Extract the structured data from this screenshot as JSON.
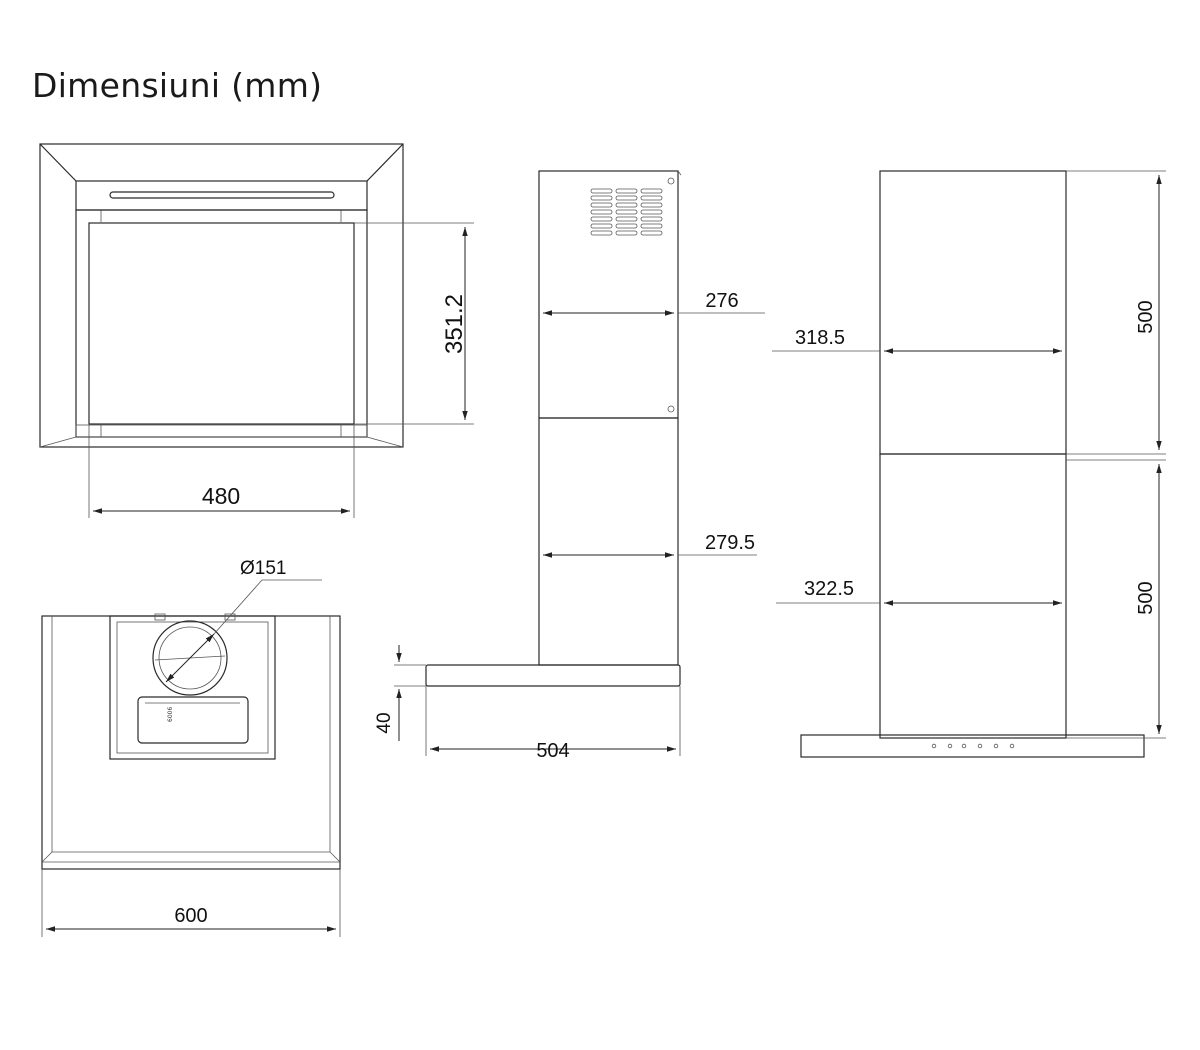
{
  "title": "Dimensiuni (mm)",
  "dimensions": {
    "front_height": "351.2",
    "front_width": "480",
    "duct_diameter": "Ø151",
    "bottom_width": "600",
    "side_upper_depth": "276",
    "side_lower_depth": "279.5",
    "canopy_thickness": "40",
    "canopy_depth": "504",
    "chimney_upper_width": "318.5",
    "chimney_lower_width": "322.5",
    "chimney_upper_height": "500",
    "chimney_lower_height": "500"
  },
  "motor_label": "6006"
}
